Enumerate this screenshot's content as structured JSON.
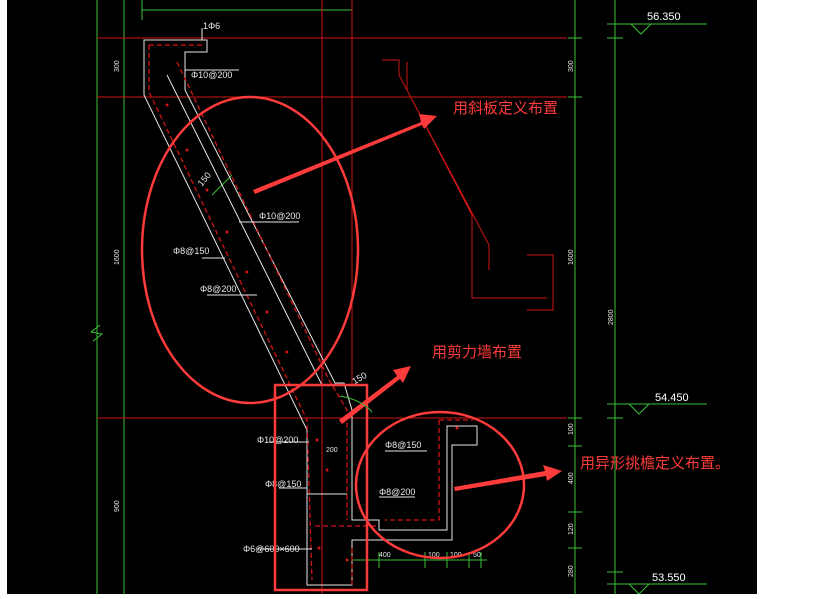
{
  "colors": {
    "background": "#000000",
    "dim_line": "#39c139",
    "axis_red": "#d11414",
    "concrete_outline": "#e6e6e6",
    "annotation": "#ff3b3b",
    "level_text": "#ffffff"
  },
  "levels": {
    "top": "56.350",
    "middle": "54.450",
    "bottom": "53.550"
  },
  "annotations": {
    "sloped_slab": "用斜板定义布置",
    "shear_wall": "用剪力墙布置",
    "cantilever": "用异形挑檐定义布置。"
  },
  "rebar_labels": {
    "top_hook": "1Φ6",
    "top_bar": "Φ10@200",
    "slab_thickness": "150",
    "slab_main": "Φ10@200",
    "slab_dist1": "Φ8@150",
    "slab_dist2": "Φ8@200",
    "wall_horiz": "Φ10@200",
    "wall_vert": "Φ8@150",
    "wall_tie": "Φ6@600×600",
    "canti_top": "Φ8@150",
    "canti_bot": "Φ8@200",
    "canti_dim": "150"
  },
  "dimensions": {
    "left_top": "300",
    "left_mid": "1600",
    "left_bot": "900",
    "right_top": "300",
    "right_mid": "1600",
    "right_total": "2800",
    "right_a": "100",
    "right_b": "400",
    "right_c": "120",
    "right_d": "280",
    "bottom_a": "400",
    "bottom_b": "100",
    "bottom_c": "100",
    "bottom_d": "50",
    "wall_thk": "200"
  }
}
